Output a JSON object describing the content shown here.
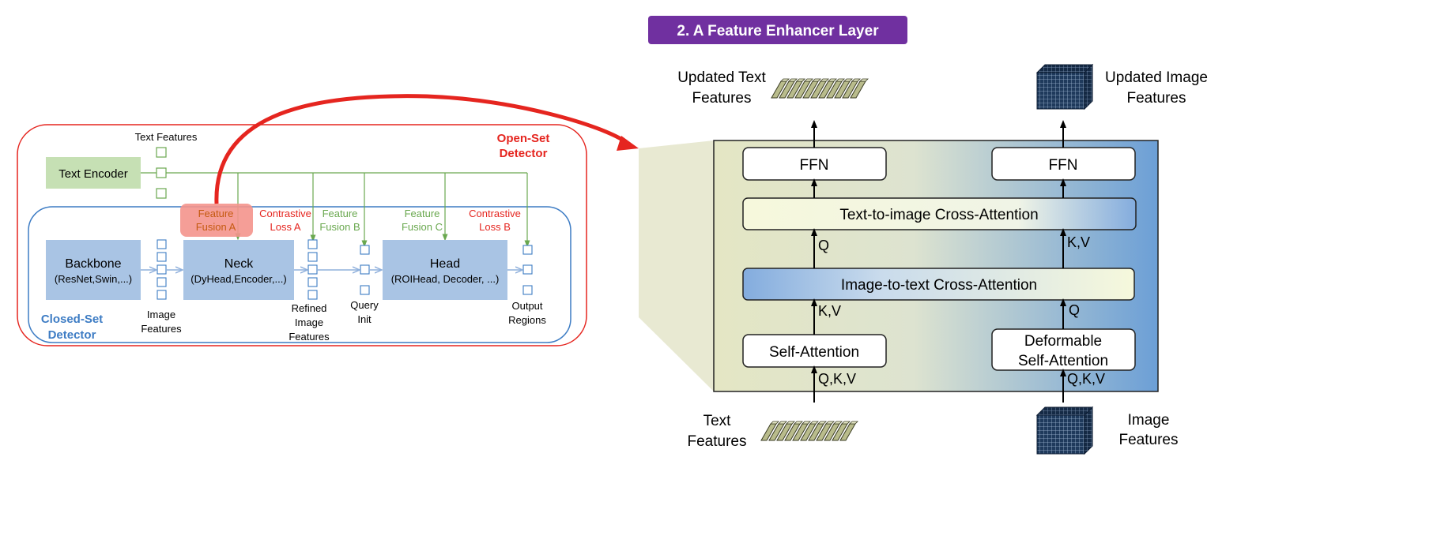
{
  "left": {
    "text_features_label": "Text Features",
    "open_set_line1": "Open-Set",
    "open_set_line2": "Detector",
    "text_encoder": "Text Encoder",
    "feature_fusion_a": [
      "Feature",
      "Fusion A"
    ],
    "contrastive_loss_a": [
      "Contrastive",
      "Loss A"
    ],
    "feature_fusion_b": [
      "Feature",
      "Fusion B"
    ],
    "feature_fusion_c": [
      "Feature",
      "Fusion C"
    ],
    "contrastive_loss_b": [
      "Contrastive",
      "Loss B"
    ],
    "backbone_title": "Backbone",
    "backbone_sub": "(ResNet,Swin,...)",
    "neck_title": "Neck",
    "neck_sub": "(DyHead,Encoder,...)",
    "head_title": "Head",
    "head_sub": "(ROIHead, Decoder, ...)",
    "image_features": [
      "Image",
      "Features"
    ],
    "refined_image_features": [
      "Refined",
      "Image",
      "Features"
    ],
    "query_init": [
      "Query",
      "Init"
    ],
    "output_regions": [
      "Output",
      "Regions"
    ],
    "closed_set": [
      "Closed-Set",
      "Detector"
    ]
  },
  "right": {
    "title": "2. A Feature Enhancer Layer",
    "updated_text": [
      "Updated Text",
      "Features"
    ],
    "updated_image": [
      "Updated Image",
      "Features"
    ],
    "ffn_left": "FFN",
    "ffn_right": "FFN",
    "text_to_image": "Text-to-image Cross-Attention",
    "image_to_text": "Image-to-text Cross-Attention",
    "q_left": "Q",
    "kv_right": "K,V",
    "kv_left": "K,V",
    "q_right": "Q",
    "self_attention": "Self-Attention",
    "deformable": [
      "Deformable",
      "Self-Attention"
    ],
    "qkv_left": "Q,K,V",
    "qkv_right": "Q,K,V",
    "text_features": [
      "Text",
      "Features"
    ],
    "image_features": [
      "Image",
      "Features"
    ]
  },
  "colors": {
    "red": "#e5251f",
    "blue": "#3d7cc4",
    "green": "#6aa84f",
    "block_blue": "#a9c4e4",
    "encoder_green": "#c6e0b4",
    "purple": "#7030a0",
    "fusion_highlight": "#f4948c"
  }
}
